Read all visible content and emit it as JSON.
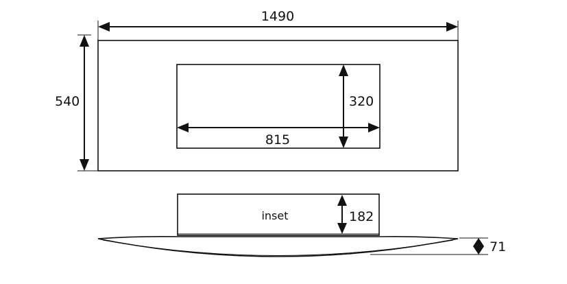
{
  "dimensions": {
    "overall_width": "1490",
    "overall_height": "540",
    "opening_height": "320",
    "opening_width": "815",
    "inset_depth": "182",
    "frame_depth": "71"
  },
  "labels": {
    "inset": "inset"
  }
}
